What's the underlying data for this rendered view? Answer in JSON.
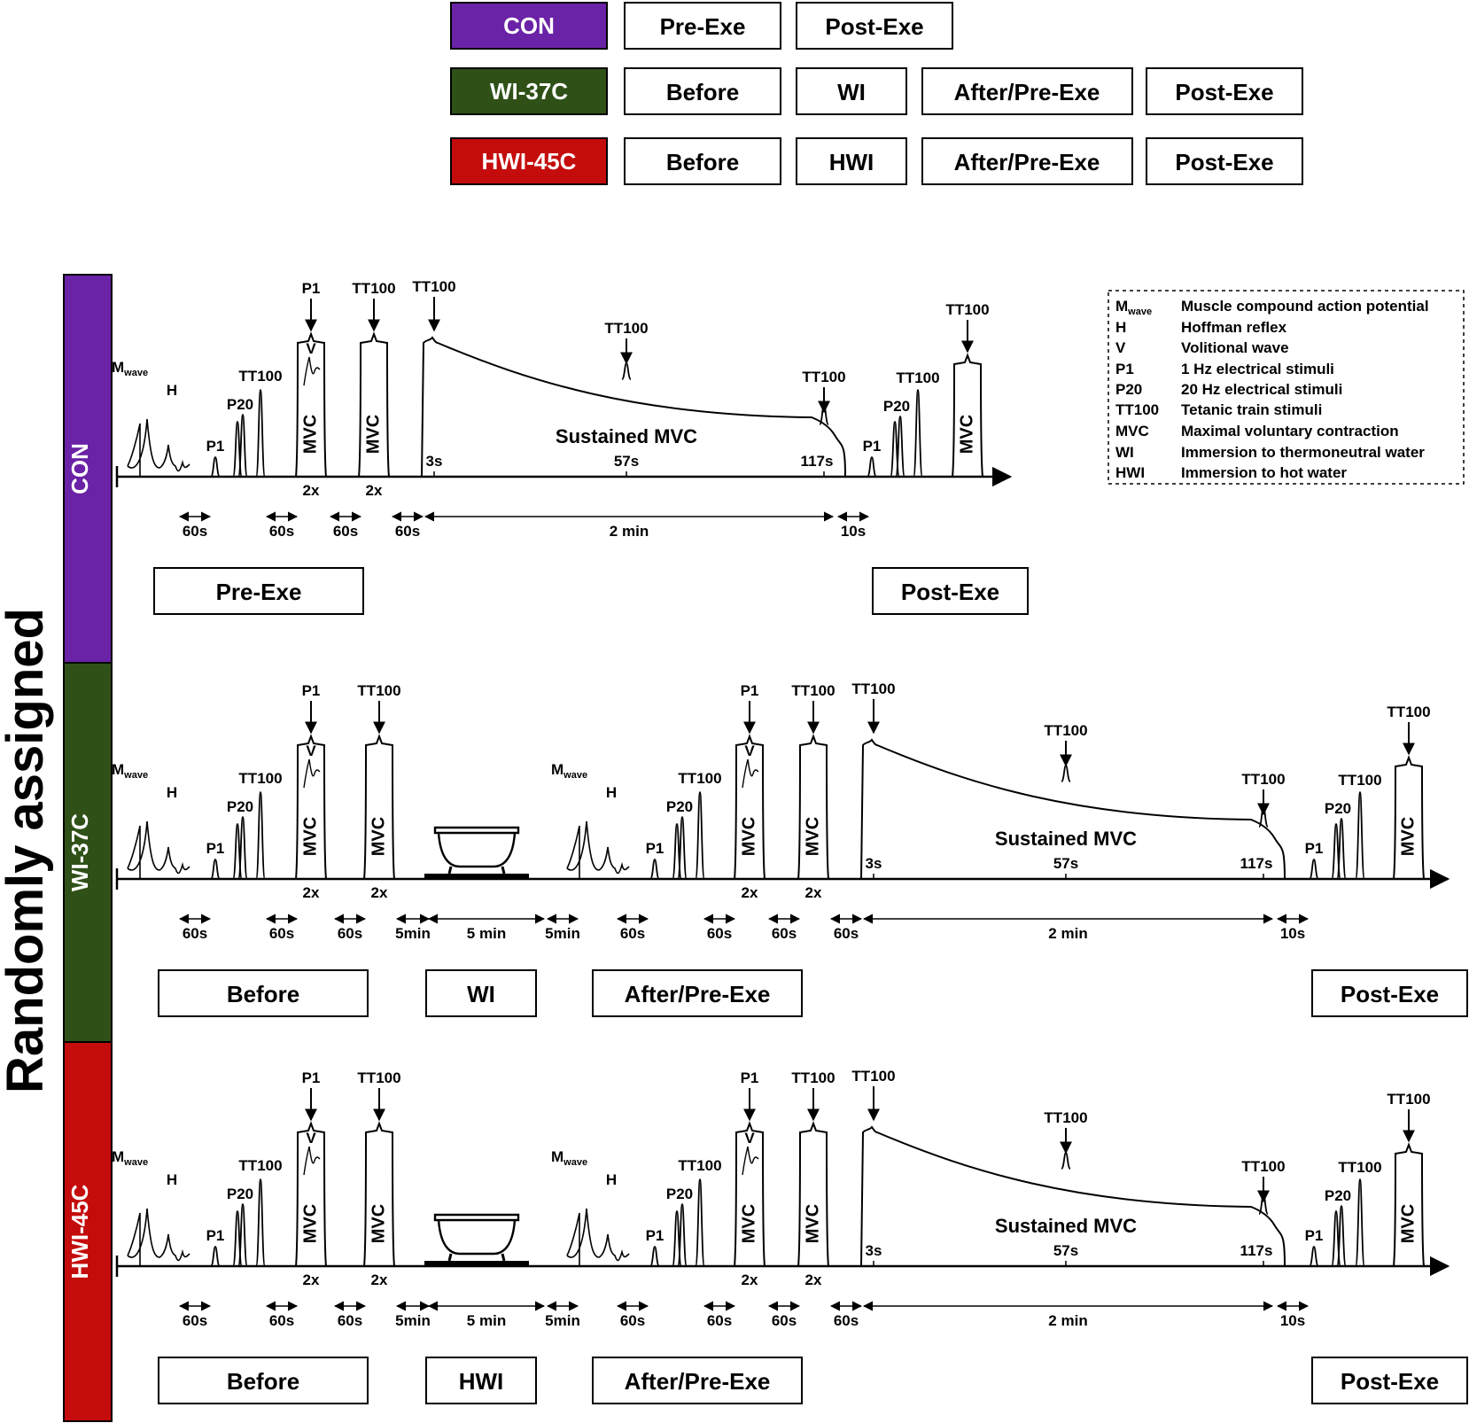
{
  "colors": {
    "con": "#6a22a6",
    "wi": "#2f5118",
    "hwi": "#c40c0c"
  },
  "header": {
    "rows": [
      {
        "group": "CON",
        "steps": [
          "Pre-Exe",
          "Post-Exe"
        ]
      },
      {
        "group": "WI-37C",
        "steps": [
          "Before",
          "WI",
          "After/Pre-Exe",
          "Post-Exe"
        ]
      },
      {
        "group": "HWI-45C",
        "steps": [
          "Before",
          "HWI",
          "After/Pre-Exe",
          "Post-Exe"
        ]
      }
    ]
  },
  "side_label": "Randomly assigned",
  "labels": {
    "mwave": "M",
    "wave_sub": "wave",
    "h": "H",
    "v": "V",
    "p1": "P1",
    "p20": "P20",
    "tt100": "TT100",
    "mvc": "MVC",
    "twice": "2x",
    "sustained": "Sustained MVC",
    "t3": "3s",
    "t57": "57s",
    "t117": "117s"
  },
  "durations": {
    "d60": "60s",
    "d5min": "5min",
    "d5min_long": "5 min",
    "d2min": "2 min",
    "d10": "10s"
  },
  "panels": {
    "con": {
      "group": "CON",
      "phases": [
        "Pre-Exe",
        "Post-Exe"
      ]
    },
    "wi": {
      "group": "WI-37C",
      "phases": [
        "Before",
        "WI",
        "After/Pre-Exe",
        "Post-Exe"
      ]
    },
    "hwi": {
      "group": "HWI-45C",
      "phases": [
        "Before",
        "HWI",
        "After/Pre-Exe",
        "Post-Exe"
      ]
    }
  },
  "legend": [
    {
      "abbr": "M",
      "sub": "wave",
      "desc": "Muscle compound action potential"
    },
    {
      "abbr": "H",
      "desc": "Hoffman reflex"
    },
    {
      "abbr": "V",
      "desc": "Volitional wave"
    },
    {
      "abbr": "P1",
      "desc": "1 Hz electrical stimuli"
    },
    {
      "abbr": "P20",
      "desc": "20 Hz electrical stimuli"
    },
    {
      "abbr": "TT100",
      "desc": "Tetanic train stimuli"
    },
    {
      "abbr": "MVC",
      "desc": "Maximal voluntary contraction"
    },
    {
      "abbr": "WI",
      "desc": "Immersion to thermoneutral water"
    },
    {
      "abbr": "HWI",
      "desc": "Immersion to hot water"
    }
  ]
}
